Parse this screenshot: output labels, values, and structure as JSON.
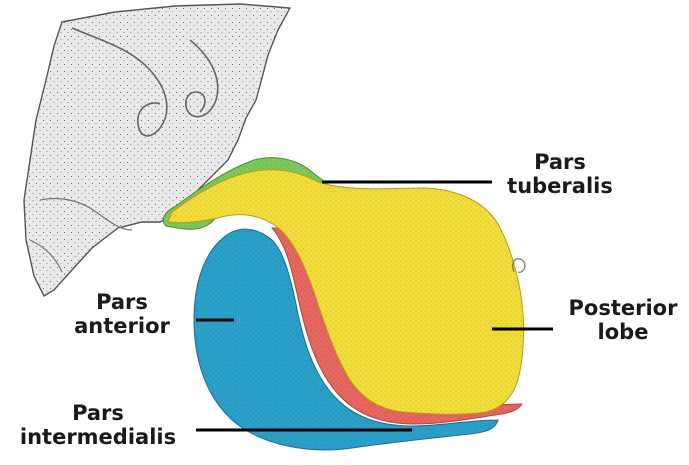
{
  "figure": {
    "labels": {
      "pars_tuberalis": [
        "Pars",
        "tuberalis"
      ],
      "posterior_lobe": [
        "Posterior",
        "lobe"
      ],
      "pars_anterior": [
        "Pars",
        "anterior"
      ],
      "pars_intermedialis": [
        "Pars",
        "intermedialis"
      ]
    },
    "colors": {
      "pars_tuberalis": "#7cc85a",
      "posterior_lobe": "#f2dc3a",
      "pars_anterior": "#2a9fc8",
      "pars_intermedialis": "#e4665e",
      "brain_tissue": "#e9e9e9",
      "leader_line": "#000000"
    }
  }
}
